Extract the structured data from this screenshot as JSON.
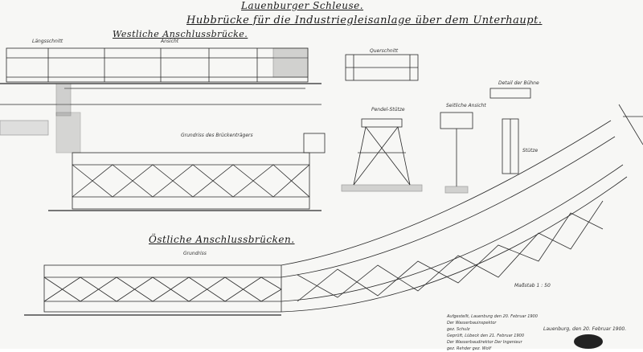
{
  "titles": {
    "top": "Lauenburger Schleuse.",
    "main": "Hubbrücke für die Industriegleisanlage über dem Unterhaupt.",
    "west": "Westliche Anschlussbrücke.",
    "east": "Östliche Anschlussbrücken."
  },
  "labels": {
    "laengsschnitt": "Längsschnitt",
    "ansicht": "Ansicht",
    "querschnitt": "Querschnitt",
    "seitliche_ansicht": "Seitliche Ansicht",
    "detail": "Detail der Bühne",
    "pendel": "Pendel-Stütze",
    "stuetze": "Stütze",
    "grundriss_west": "Grundriss des Brückenträgers",
    "grundriss_east": "Grundriss",
    "massstab": "Maßstab 1 : 50"
  },
  "notes": {
    "left_block": [
      "Aufgestellt, Lauenburg den 20. Februar 1900",
      "Der Wasserbauinspektor",
      "gez. Schulz",
      "",
      "Geprüft, Lübeck den 21. Februar 1900",
      "Der Wasserbaudirektor   Der Ingenieur",
      "gez. Rehder   gez. Wolf"
    ],
    "signature": "Lauenburg, den 20. Februar 1900."
  },
  "colors": {
    "ink": "#2a2a2a",
    "paper": "#f7f7f5"
  }
}
